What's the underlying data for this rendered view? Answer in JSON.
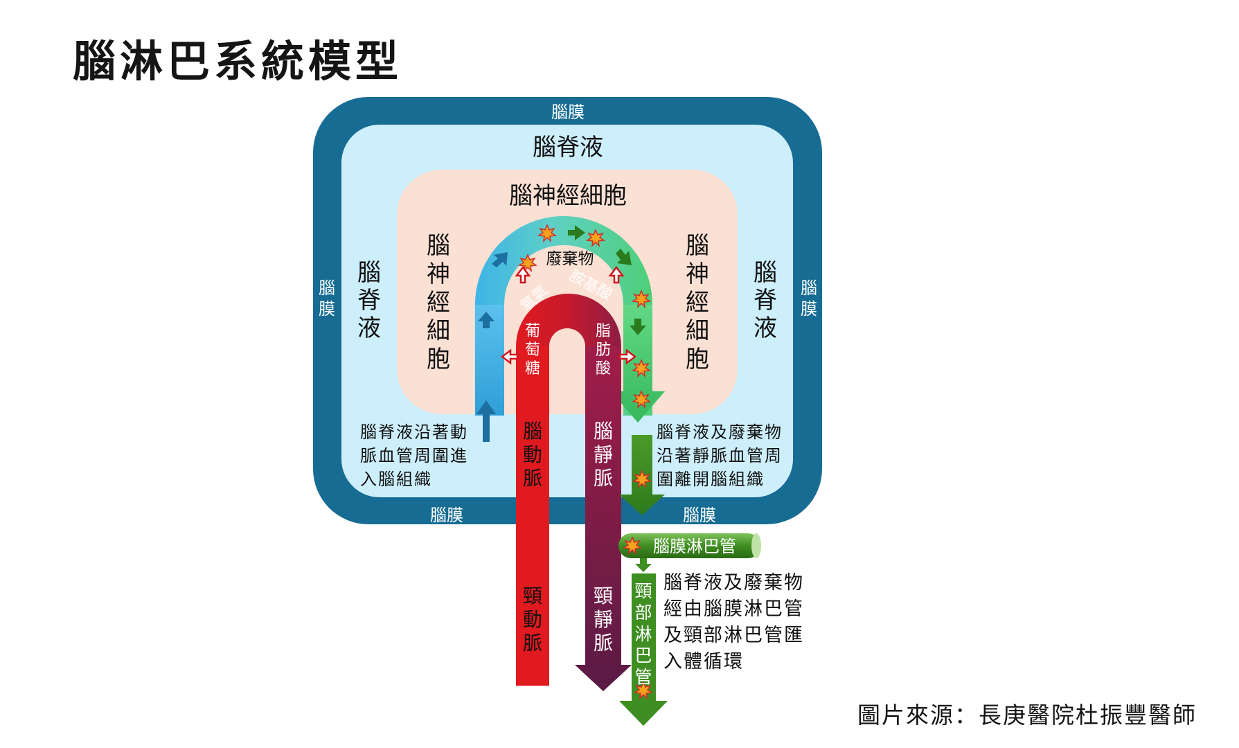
{
  "title": "腦淋巴系統模型",
  "source": "圖片來源：長庚醫院杜振豐醫師",
  "labels": {
    "meninges": "腦膜",
    "csf": "腦脊液",
    "neurons": "腦神經細胞",
    "waste": "廢棄物",
    "oxygen": "氧氣",
    "amino_acids": "胺基酸",
    "glucose": "葡萄糖",
    "fatty_acids": "脂肪酸",
    "artery": "腦動脈",
    "vein": "腦靜脈",
    "carotid_artery": "頸動脈",
    "jugular_vein": "頸靜脈",
    "meningeal_lymph": "腦膜淋巴管",
    "neck_lymph": "頸部淋巴管"
  },
  "notes": {
    "csf_in": [
      "腦脊液沿著動",
      "脈血管周圍進",
      "入腦組織"
    ],
    "csf_out": [
      "腦脊液及廢棄物",
      "沿著靜脈血管周",
      "圍離開腦組織"
    ],
    "drain": [
      "腦脊液及廢棄物",
      "經由腦膜淋巴管",
      "及頸部淋巴管匯",
      "入體循環"
    ]
  },
  "colors": {
    "meninges": "#176c93",
    "csf": "#cdeefb",
    "neurons": "#fbe0d4",
    "artery": "#e01a1f",
    "vein": "#6a1f4c",
    "csf_flow_in": "#3eb4e8",
    "csf_flow_out": "#4fcf77",
    "lymph": "#3f8e22",
    "waste_burst": "#f6a21c"
  }
}
